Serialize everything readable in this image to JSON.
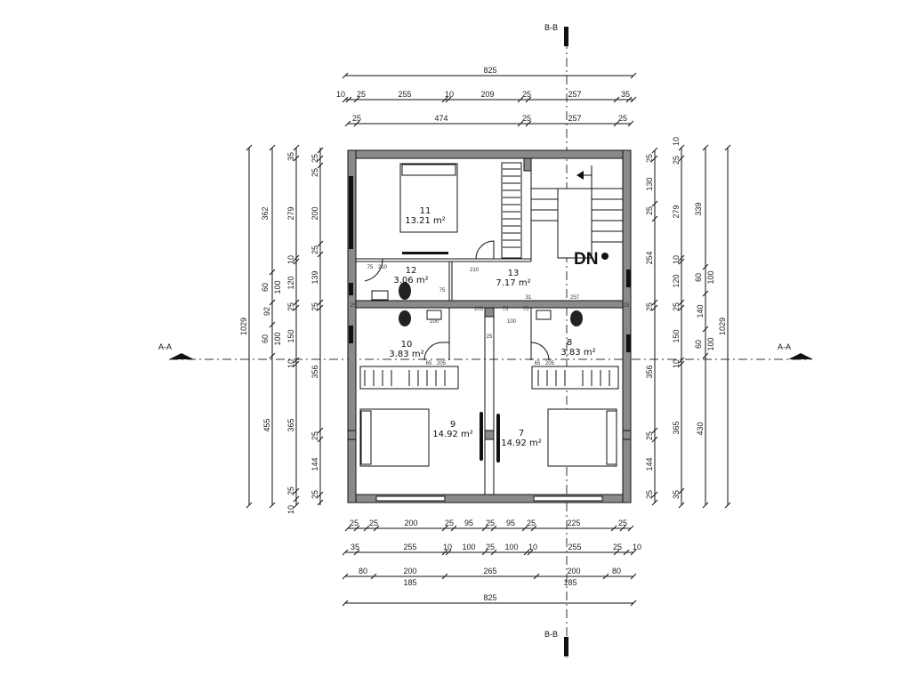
{
  "section_labels": {
    "bb_top": "B-B",
    "bb_bottom": "B-B",
    "aa_left": "A-A",
    "aa_right": "A-A"
  },
  "stair_label": "DN",
  "rooms": [
    {
      "number": "11",
      "area": "13.21 m²"
    },
    {
      "number": "12",
      "area": "3.06 m²"
    },
    {
      "number": "13",
      "area": "7.17 m²"
    },
    {
      "number": "10",
      "area": "3.83 m²"
    },
    {
      "number": "8",
      "area": "3.83 m²"
    },
    {
      "number": "9",
      "area": "14.92 m²"
    },
    {
      "number": "7",
      "area": "14.92 m²"
    }
  ],
  "dimensions": {
    "top": [
      [
        "825"
      ],
      [
        "10",
        "25",
        "255",
        "10",
        "209",
        "25",
        "257",
        "35"
      ],
      [
        "25",
        "474",
        "25",
        "257",
        "25"
      ]
    ],
    "bottom": [
      [
        "25",
        "25",
        "200",
        "25",
        "95",
        "25",
        "95",
        "25",
        "225",
        "25"
      ],
      [
        "35",
        "255",
        "10",
        "100",
        "25",
        "100",
        "10",
        "255",
        "25",
        "10"
      ],
      [
        "80",
        "200",
        "265",
        "200",
        "80"
      ],
      [
        "185",
        "185"
      ],
      [
        "825"
      ]
    ],
    "left": [
      [
        "1029"
      ],
      [
        "362",
        "60",
        "100",
        "92",
        "60",
        "100",
        "455"
      ],
      [
        "35",
        "279",
        "10",
        "120",
        "25",
        "150",
        "10",
        "365",
        "25",
        "10"
      ],
      [
        "25",
        "25",
        "200",
        "25",
        "139",
        "25",
        "356",
        "25",
        "144",
        "25"
      ]
    ],
    "right": [
      [
        "25",
        "130",
        "25",
        "254",
        "25",
        "356",
        "25",
        "144",
        "25"
      ],
      [
        "25",
        "10",
        "279",
        "10",
        "120",
        "25",
        "150",
        "10",
        "365",
        "35"
      ],
      [
        "339",
        "60",
        "100",
        "140",
        "60",
        "100",
        "430"
      ],
      [
        "1029"
      ]
    ],
    "interior": [
      "75",
      "205",
      "75",
      "31",
      "257",
      "75",
      "210",
      "75",
      "210",
      "100",
      "25",
      "100",
      "65",
      "205",
      "65",
      "205",
      "25",
      "25"
    ]
  }
}
